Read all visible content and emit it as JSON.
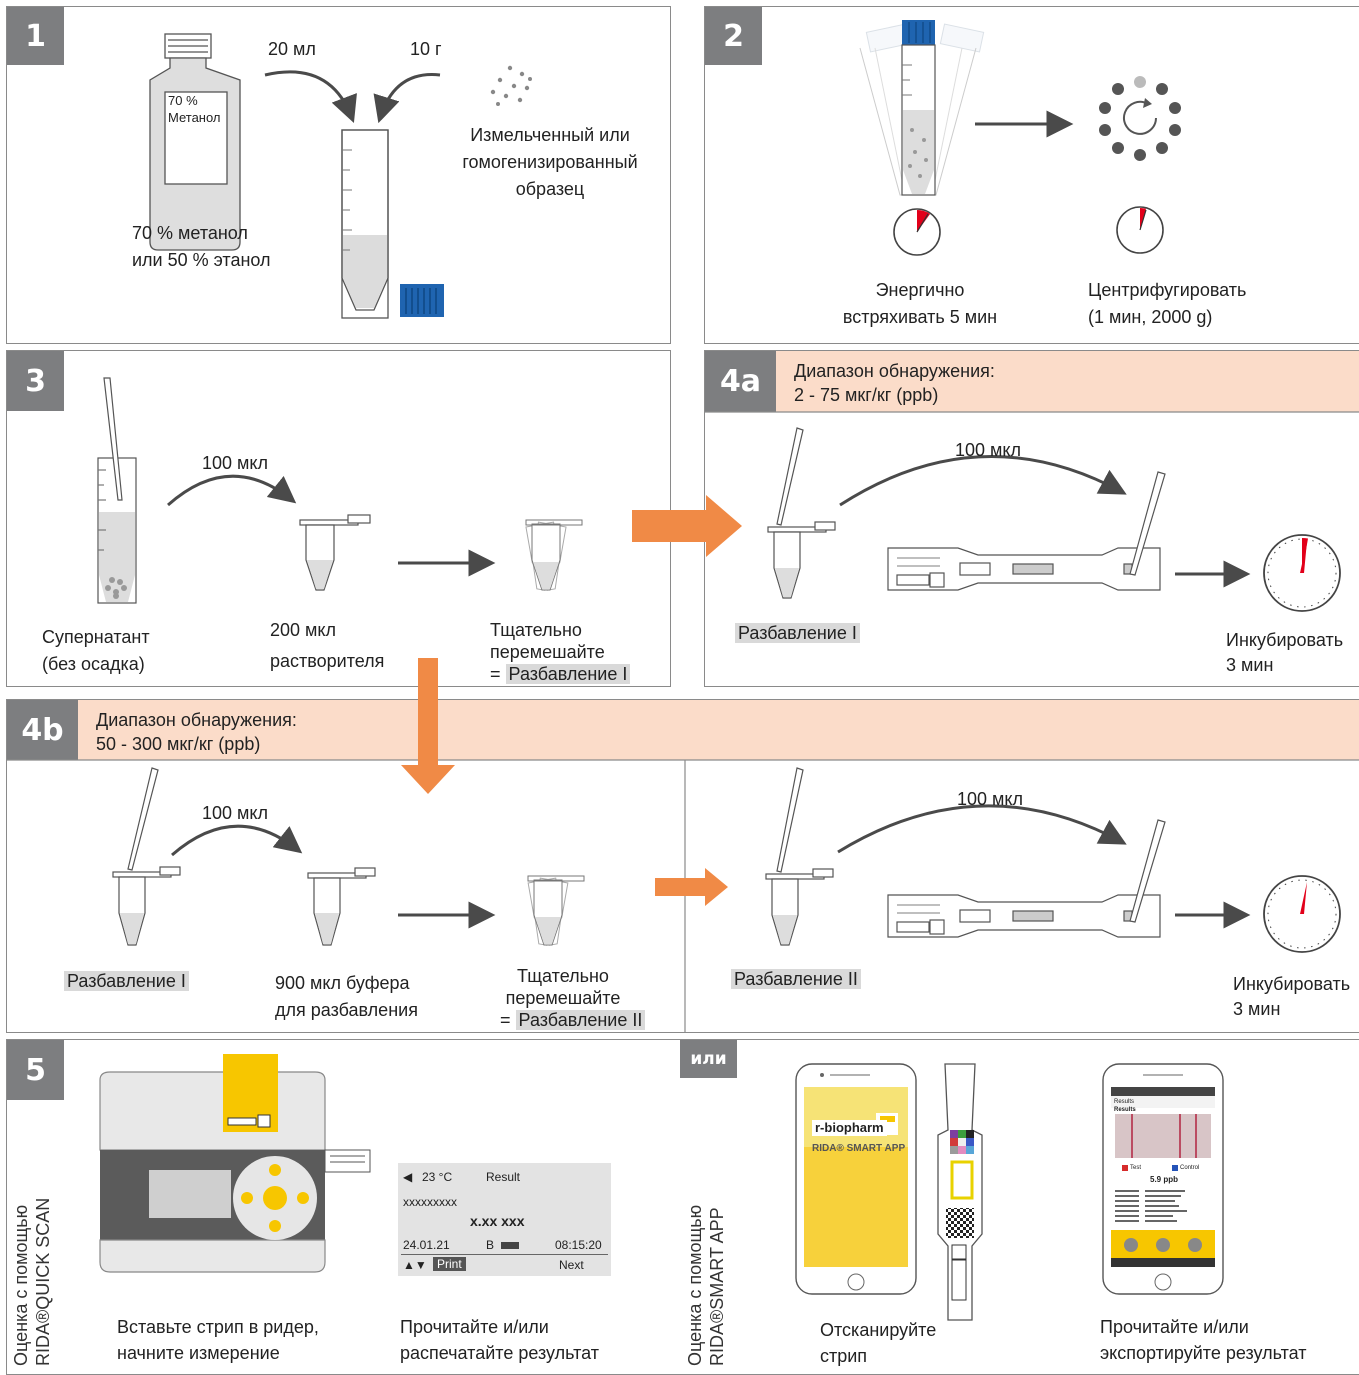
{
  "panels": {
    "p1": {
      "badge": "1"
    },
    "p2": {
      "badge": "2"
    },
    "p3": {
      "badge": "3"
    },
    "p4a": {
      "badge": "4a"
    },
    "p4b": {
      "badge": "4b"
    },
    "p5": {
      "badge": "5"
    }
  },
  "step1": {
    "bottle_label_1": "70 %",
    "bottle_label_2": "Метанол",
    "solvent_volume": "20 мл",
    "sample_mass": "10 г",
    "solvent_caption_1": "70 % метанол",
    "solvent_caption_2": "или 50 % этанол",
    "sample_caption_1": "Измельченный или",
    "sample_caption_2": "гомогенизированный",
    "sample_caption_3": "образец"
  },
  "step2": {
    "shake_caption_1": "Энергично",
    "shake_caption_2": "встряхивать 5 мин",
    "centrifuge_caption_1": "Центрифугировать",
    "centrifuge_caption_2": "(1 мин, 2000 g)"
  },
  "step3": {
    "transfer_volume": "100 мкл",
    "supernatant_1": "Супернатант",
    "supernatant_2": "(без осадка)",
    "diluent_1": "200 мкл",
    "diluent_2": "растворителя",
    "mix_1": "Тщательно",
    "mix_2": "перемешайте",
    "mix_eq": "=",
    "mix_result": "Разбавление I"
  },
  "step4a": {
    "range_1": "Диапазон обнаружения:",
    "range_2": "2 - 75 мкг/кг (ppb)",
    "transfer_volume": "100 мкл",
    "dilution": "Разбавление I",
    "incubate_1": "Инкубировать",
    "incubate_2": "3 мин"
  },
  "step4b": {
    "range_1": "Диапазон обнаружения:",
    "range_2": "50 - 300 мкг/кг (ppb)",
    "transfer_volume": "100 мкл",
    "dilution_in": "Разбавление I",
    "buffer_1": "900 мкл буфера",
    "buffer_2": "для разбавления",
    "mix_1": "Тщательно",
    "mix_2": "перемешайте",
    "mix_eq": "=",
    "mix_result": "Разбавление II",
    "transfer_volume_2": "100 мкл",
    "dilution_2": "Разбавление II",
    "incubate_1": "Инкубировать",
    "incubate_2": "3 мин"
  },
  "step5": {
    "side_label_1": "Оценка с помощью",
    "side_label_2": "RIDA®QUICK SCAN",
    "reader_caption_1": "Вставьте стрип в ридер,",
    "reader_caption_2": "начните измерение",
    "screen_caption_1": "Прочитайте и/или",
    "screen_caption_2": "распечатайте результат",
    "screen": {
      "temp": "23 °C",
      "title": "Result",
      "sample_id": "xxxxxxxxx",
      "value": "x.xx xxx",
      "date": "24.01.21",
      "battery_label": "B",
      "time": "08:15:20",
      "print": "Print",
      "next": "Next"
    },
    "or_badge": "или",
    "app_side_label_1": "Оценка с помощью",
    "app_side_label_2": "RIDA®SMART APP",
    "phone_brand": "r-biopharm",
    "phone_app": "RIDA® SMART APP",
    "scan_caption_1": "Отсканируйте",
    "scan_caption_2": "стрип",
    "export_caption_1": "Прочитайте и/или",
    "export_caption_2": "экспортируйте результат",
    "app_screen": {
      "header": "Results",
      "section": "Results",
      "legend_test": "Test",
      "legend_control": "Control",
      "value": "5.9 ppb"
    }
  },
  "colors": {
    "badge": "#7d7e80",
    "band": "#fbdcc9",
    "arrow_orange": "#f08a46",
    "cap_blue": "#1f64b0",
    "timer_red": "#e2001a",
    "reader_yellow": "#f7c600"
  }
}
